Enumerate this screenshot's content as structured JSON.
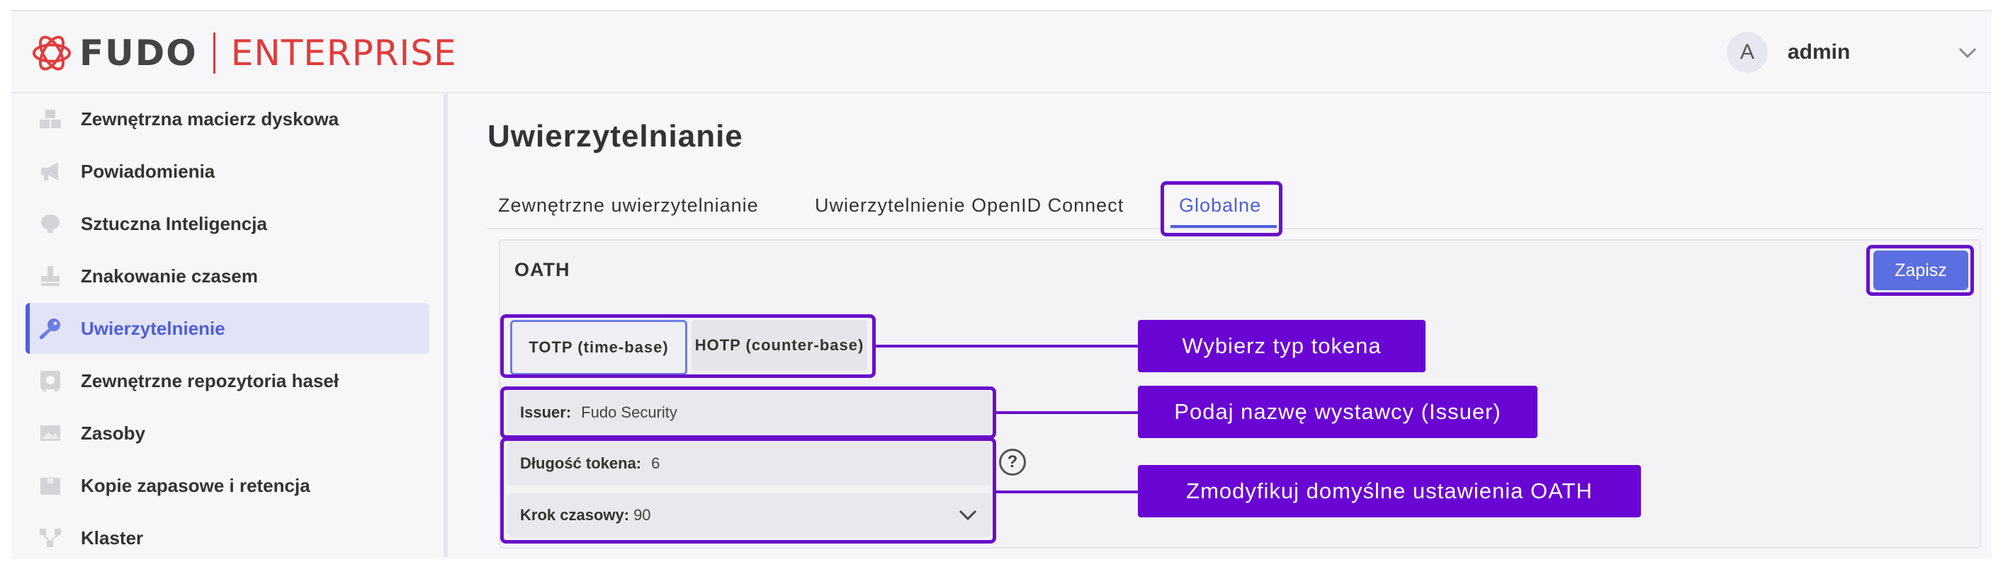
{
  "header": {
    "logo_brand": "FUDO",
    "logo_product": "ENTERPRISE",
    "avatar_initial": "A",
    "username": "admin"
  },
  "sidebar": {
    "items": [
      {
        "label": "Zewnętrzna macierz dyskowa",
        "icon": "disk-array-icon"
      },
      {
        "label": "Powiadomienia",
        "icon": "megaphone-icon"
      },
      {
        "label": "Sztuczna Inteligencja",
        "icon": "brain-icon"
      },
      {
        "label": "Znakowanie czasem",
        "icon": "stamp-icon"
      },
      {
        "label": "Uwierzytelnienie",
        "icon": "key-icon",
        "active": true
      },
      {
        "label": "Zewnętrzne repozytoria haseł",
        "icon": "safe-icon"
      },
      {
        "label": "Zasoby",
        "icon": "image-icon"
      },
      {
        "label": "Kopie zapasowe i retencja",
        "icon": "archive-icon"
      },
      {
        "label": "Klaster",
        "icon": "cluster-icon"
      }
    ]
  },
  "main": {
    "title": "Uwierzytelnianie",
    "tabs": [
      {
        "label": "Zewnętrzne uwierzytelnianie"
      },
      {
        "label": "Uwierzytelnienie OpenID Connect"
      },
      {
        "label": "Globalne",
        "active": true
      }
    ],
    "panel": {
      "title": "OATH",
      "save_label": "Zapisz",
      "token_types": [
        {
          "label": "TOTP (time-base)",
          "selected": true
        },
        {
          "label": "HOTP (counter-base)",
          "selected": false
        }
      ],
      "issuer": {
        "label": "Issuer:",
        "value": "Fudo Security"
      },
      "token_length": {
        "label": "Długość tokena:",
        "value": "6"
      },
      "time_step": {
        "label": "Krok czasowy:",
        "value": "90"
      },
      "help_glyph": "?"
    }
  },
  "annotations": [
    {
      "text": "Wybierz typ tokena"
    },
    {
      "text": "Podaj nazwę wystawcy (Issuer)"
    },
    {
      "text": "Zmodyfikuj domyślne ustawienia OATH"
    }
  ],
  "colors": {
    "accent": "#4e5ed9",
    "brand_red": "#e03c3c",
    "annotation_purple": "#6a06d3",
    "save_button": "#5b6fe0"
  }
}
